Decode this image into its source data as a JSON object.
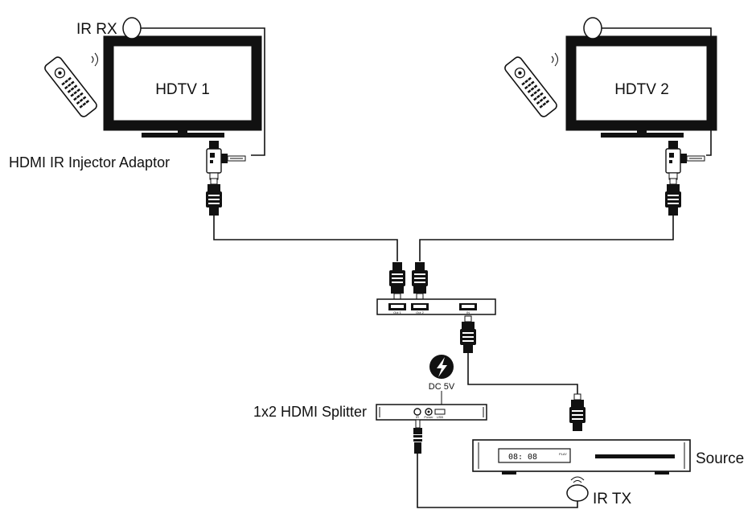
{
  "labels": {
    "tv1": "HDTV 1",
    "tv2": "HDTV 2",
    "ir_rx": "IR RX",
    "ir_tx": "IR TX",
    "injector": "HDMI IR Injector Adaptor",
    "splitter": "1x2 HDMI Splitter",
    "source": "Source",
    "dc": "DC 5V",
    "source_display": "08: 08",
    "source_play": "PLAY",
    "port_out1": "Out 1",
    "port_out2": "Out 2",
    "port_in": "IN",
    "port_ir": "IR",
    "port_power": "Power",
    "port_usb": "USB"
  },
  "icons": {
    "remote": "remote-control-icon",
    "power": "lightning-bolt-icon",
    "receiver": "ir-eye-icon"
  },
  "colors": {
    "line": "#111111",
    "background": "#ffffff"
  }
}
